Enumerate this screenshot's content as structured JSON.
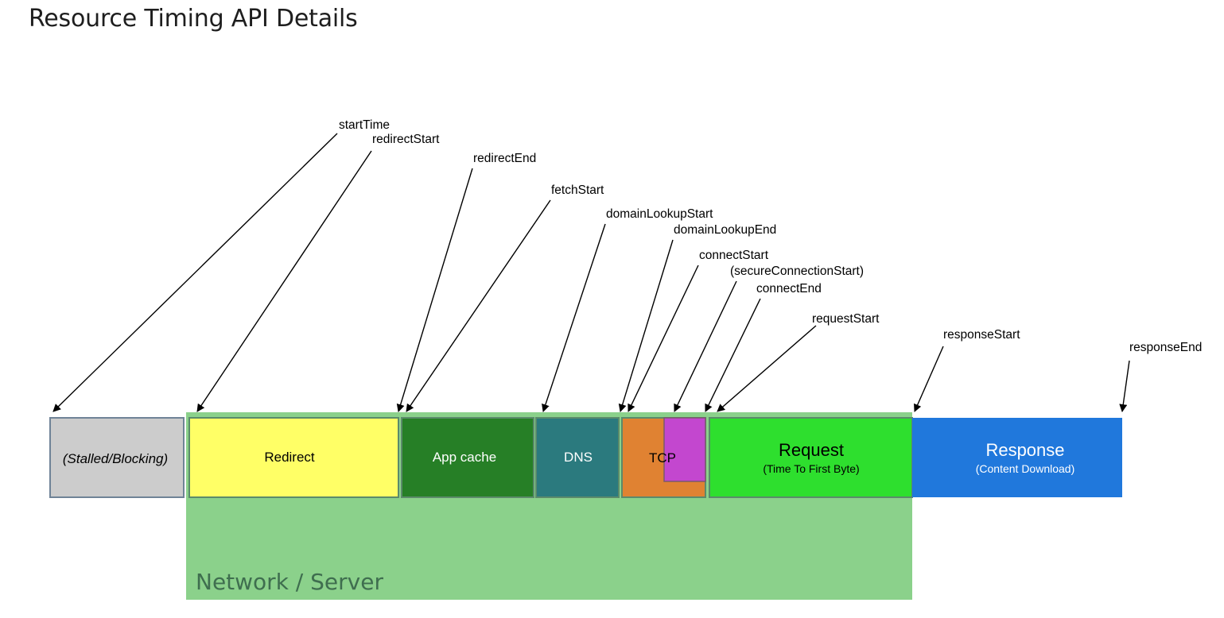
{
  "title": "Resource Timing API Details",
  "colors": {
    "stalled": "#cccccc",
    "redirect": "#ffff66",
    "app_cache": "#267f26",
    "dns": "#2b7a7e",
    "tcp": "#e08232",
    "secure": "#c347cf",
    "request": "#2edf2e",
    "response": "#2078dc",
    "network_server": "#8bd18b"
  },
  "phases": {
    "stalled": "(Stalled/Blocking)",
    "redirect": "Redirect",
    "app_cache": "App cache",
    "dns": "DNS",
    "tcp": "TCP",
    "request": "Request",
    "request_sub": "(Time To First Byte)",
    "response": "Response",
    "response_sub": "(Content Download)",
    "network_server": "Network / Server"
  },
  "events": {
    "startTime": "startTime",
    "redirectStart": "redirectStart",
    "redirectEnd": "redirectEnd",
    "fetchStart": "fetchStart",
    "domainLookupStart": "domainLookupStart",
    "domainLookupEnd": "domainLookupEnd",
    "connectStart": "connectStart",
    "secureConnectionStart": "(secureConnectionStart)",
    "connectEnd": "connectEnd",
    "requestStart": "requestStart",
    "responseStart": "responseStart",
    "responseEnd": "responseEnd"
  }
}
